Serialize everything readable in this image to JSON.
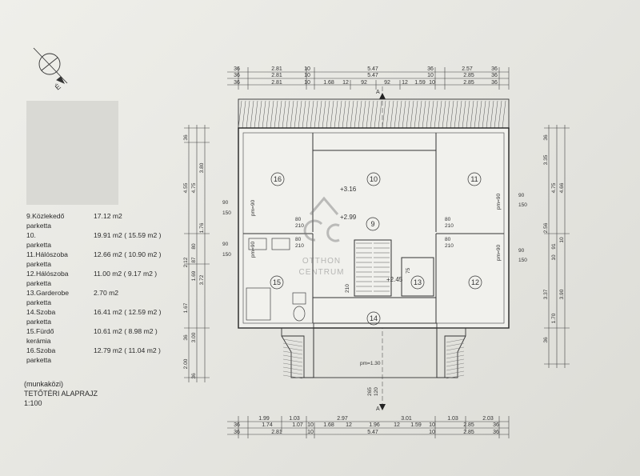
{
  "plan": {
    "compass_label": "É",
    "section_mark": "A",
    "title_note": "(munkaközi)",
    "title": "TETŐTÉRI  ALAPRAJZ",
    "scale": "1:100",
    "watermark": {
      "line1": "OTTHON",
      "line2": "CENTRUM"
    }
  },
  "rooms": [
    {
      "name": "9.Közlekedő",
      "area": "17.12 m2",
      "floor": "parketta"
    },
    {
      "name": "10.",
      "area": "19.91 m2  ( 15.59 m2 )",
      "floor": "parketta"
    },
    {
      "name": "11.Hálószoba",
      "area": "12.66 m2  ( 10.90 m2 )",
      "floor": "parketta"
    },
    {
      "name": "12.Hálószoba",
      "area": "11.00 m2  (  9.17 m2 )",
      "floor": "parketta"
    },
    {
      "name": "13.Garderobe",
      "area": "2.70 m2",
      "floor": "parketta"
    },
    {
      "name": "14.Szoba",
      "area": "16.41 m2  ( 12.59 m2 )",
      "floor": "parketta"
    },
    {
      "name": "15.Fürdő",
      "area": "10.61 m2  (  8.98 m2 )",
      "floor": "kerámia"
    },
    {
      "name": "16.Szoba",
      "area": "12.79 m2  ( 11.04 m2 )",
      "floor": "parketta"
    }
  ],
  "room_numbers": [
    "16",
    "10",
    "11",
    "9",
    "15",
    "13",
    "12",
    "14"
  ],
  "levels": [
    "+3.16",
    "+2.99",
    "+2.45"
  ],
  "openings": {
    "door_80": "80",
    "door_210": "210",
    "win_90": "90",
    "win_150": "150",
    "pm_90": "pm=90",
    "pm_130": "pm=1.30",
    "d_75": "75",
    "d_210": "210",
    "d_265": "265",
    "d_120": "120"
  },
  "dims_top": {
    "row1": [
      "36",
      "2.81",
      "10",
      "5.47",
      "36",
      "2.57",
      "36"
    ],
    "row2": [
      "36",
      "2.81",
      "10",
      "5.47",
      "10",
      "2.85",
      "36"
    ],
    "row3": [
      "36",
      "2.81",
      "10",
      "1.68",
      "12",
      "92",
      "92",
      "12",
      "1.59",
      "10",
      "2.85",
      "36"
    ]
  },
  "dims_bottom": {
    "row1": [
      "1.99",
      "1.03",
      "2.97",
      "3.01",
      "1.03",
      "2.03"
    ],
    "row2": [
      "36",
      "1.74",
      "1.07",
      "10",
      "1.68",
      "12",
      "1.96",
      "12",
      "1.59",
      "10",
      "2.85",
      "36"
    ],
    "row3": [
      "36",
      "2.81",
      "10",
      "5.47",
      "10",
      "2.85",
      "36"
    ]
  },
  "dims_left": [
    "36",
    "4.55",
    "4.75",
    "3.80",
    "1.76",
    "2.12",
    "1.69",
    "87",
    "80",
    "3.72",
    "1.67",
    "36",
    "3.00",
    "2.00",
    "36"
  ],
  "dims_right": [
    "36",
    "3.35",
    "4.75",
    "4.66",
    "2.56",
    "10",
    "91",
    "10",
    "3.37",
    "1.70",
    "3.90",
    "36"
  ]
}
